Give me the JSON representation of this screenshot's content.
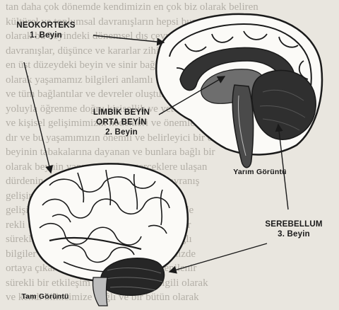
{
  "background_text": [
    "tan daha çok dönemde kendimizin en çok biz olarak beliren",
    "kültürel ve toplumsal davranışların hepsi bunun içindedir",
    "olarak bu beyindeki dönemsel dış çevrelerde oluşan",
    "davranışlar, düşünce ve kararlar zihinsel ve seziş",
    "en üst düzeydeki beyin ve sinir bağlantıları yoluyla",
    "olarak yaşamamız bilgileri anlamlı formlara dönüştürür",
    "ve tüm bağlantılar ve devreler oluşturmaya yönelik akla",
    "yoluyla öğrenme doğru kişisellik ve yetenek gelişir",
    "ve kişisel gelişimimizin nedenleri ve önemleri",
    "dır ve bu yaşamımızın önemli ve belirleyici bir evresi",
    "beyinin tabakalarına dayanan ve bunlara bağlı bir",
    "olarak beynin yapısına ilişkin gerçeklere ulaşan",
    "dürdenin yapısına bağlı olarak bütün davranış",
    "gelişimi belirleyen öğelerin ve işlevlerin",
    "gelişiminin tüm evrelerinde etkin bir şekilde",
    "rekli bir öğrenme ve düşünme ortamı sağlar",
    "sürekli öğrenme ve düşünme ortamına bağlı",
    "bilgiler kendi yaşamımızda ve bilgilerimizde",
    "ortaya çıkar ve bu şekilde gelişir ve yenilenir",
    "sürekli bir etkileşim içinde yaşamla ilgili olarak",
    "ve kendi bilincimize bağlı ve bir bütün olarak"
  ],
  "labels": {
    "neokorteks": [
      "NEOKORTEKS",
      "1. Beyin"
    ],
    "limbik": [
      "LİMBİK BEYİN",
      "ORTA BEYİN",
      "2. Beyin"
    ],
    "serebellum": [
      "SEREBELLUM",
      "3. Beyin"
    ],
    "yarim": "Yarım Görüntü",
    "tam": "Tam Görüntü"
  }
}
